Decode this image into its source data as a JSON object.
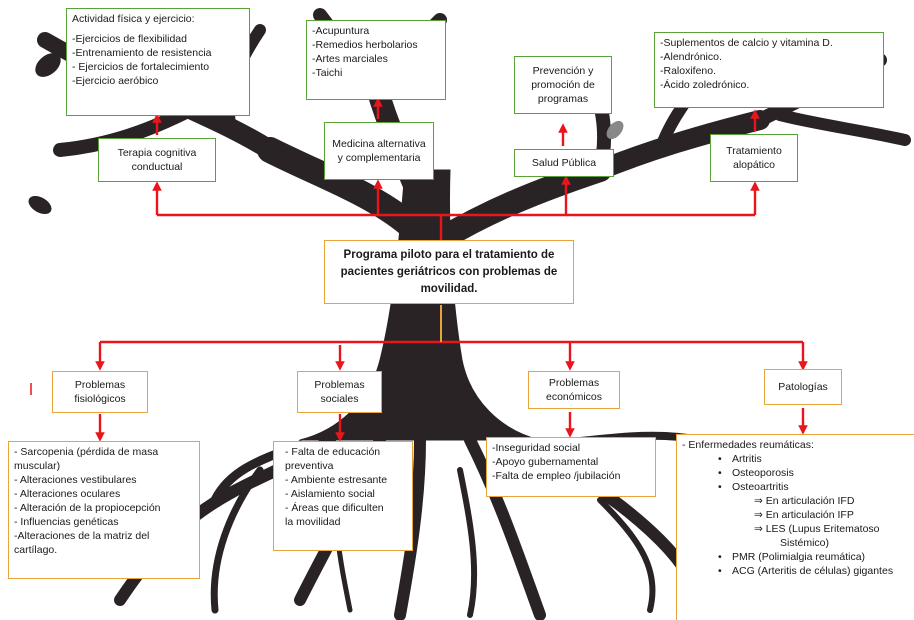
{
  "center": {
    "title": "Programa piloto para el tratamiento de pacientes geriátricos con problemas de movilidad."
  },
  "top": {
    "terapia": {
      "label": "Terapia cognitiva conductual",
      "heading": "Actividad física y ejercicio:",
      "items": [
        "-Ejercicios de flexibilidad",
        "-Entrenamiento de resistencia",
        "- Ejercicios de fortalecimiento",
        "-Ejercicio aeróbico"
      ]
    },
    "medicina": {
      "label": "Medicina alternativa y complementaria",
      "items": [
        "-Acupuntura",
        "-Remedios herbolarios",
        "-Artes marciales",
        "-Taichi"
      ]
    },
    "salud": {
      "label": "Salud Pública",
      "detail": "Prevención y promoción de programas"
    },
    "tratamiento": {
      "label": "Tratamiento alopático",
      "items": [
        "-Suplementos de calcio y vitamina D.",
        "-Alendrónico.",
        "-Raloxifeno.",
        "-Ácido zoledrónico."
      ]
    }
  },
  "bottom": {
    "fisio": {
      "label": "Problemas fisiológicos",
      "items": [
        "- Sarcopenia (pérdida de masa",
        "muscular)",
        "- Alteraciones vestibulares",
        "- Alteraciones oculares",
        "- Alteración de la propiocepción",
        "- Influencias genéticas",
        "-Alteraciones de la matriz del",
        "cartílago."
      ]
    },
    "social": {
      "label": "Problemas sociales",
      "items": [
        "- Falta de educación",
        "preventiva",
        "- Ambiente estresante",
        "- Aislamiento social",
        "- Áreas que dificulten",
        "la movilidad"
      ]
    },
    "econ": {
      "label": "Problemas económicos",
      "items": [
        "-Inseguridad social",
        "-Apoyo gubernamental",
        "-Falta de empleo /jubilación"
      ]
    },
    "pat": {
      "label": "Patologías",
      "heading": "- Enfermedades reumáticas:",
      "items": [
        "Artritis",
        "Osteoporosis",
        "Osteoartritis"
      ],
      "subitems": [
        "⇒  En articulación IFD",
        "⇒  En articulación IFP",
        "⇒  LES (Lupus Eritematoso"
      ],
      "subcont": "Sistémico)",
      "items2": [
        "PMR (Polimialgia reumática)",
        "ACG (Arteritis de células) gigantes"
      ]
    }
  },
  "colors": {
    "arrow": "#e8161c",
    "green_border": "#5aa238",
    "orange_border": "#e8a33a",
    "tree": "#2a2325"
  }
}
